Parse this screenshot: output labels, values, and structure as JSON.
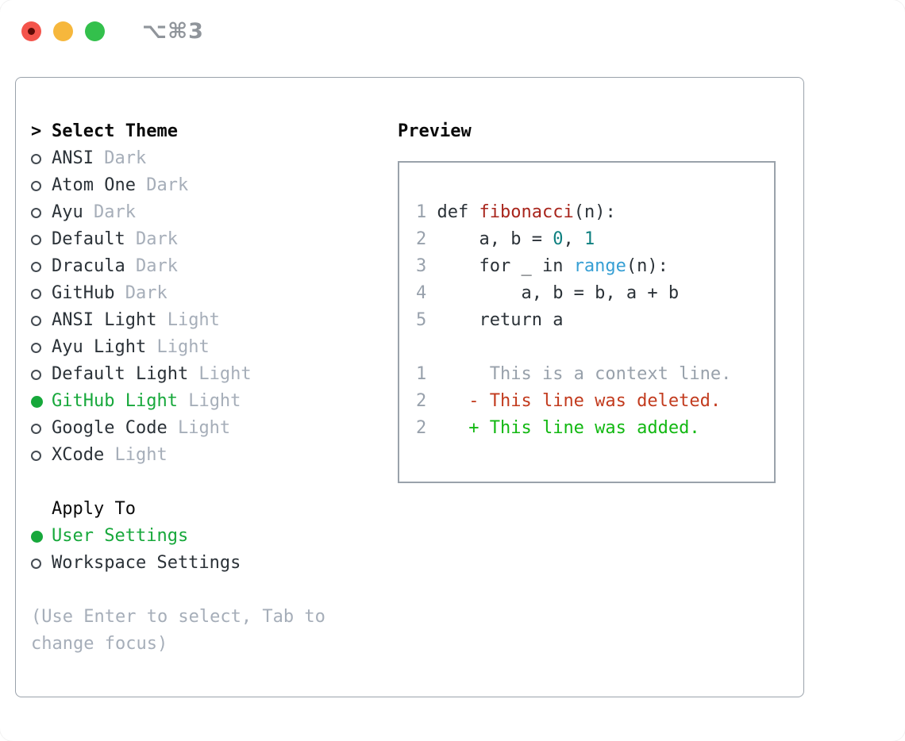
{
  "window": {
    "title": "⌥⌘3",
    "traffic_lights": [
      "close",
      "minimize",
      "zoom"
    ]
  },
  "colors": {
    "selection_green": "#17a83b",
    "muted_gray": "#a6aeb9",
    "text_dark": "#2b3238",
    "border_gray": "#9aa2ab",
    "function_red": "#a8251c",
    "number_teal": "#0f8080",
    "builtin_blue": "#369fd4",
    "diff_deleted_red": "#c23b1e",
    "diff_added_green": "#12b812",
    "traffic_red": "#f4544b",
    "traffic_yellow": "#f6b73c",
    "traffic_green": "#33c04c"
  },
  "theme_picker": {
    "header_marker": ">",
    "header": "Select Theme",
    "items": [
      {
        "name": "ANSI",
        "variant": "Dark",
        "selected": false
      },
      {
        "name": "Atom One",
        "variant": "Dark",
        "selected": false
      },
      {
        "name": "Ayu",
        "variant": "Dark",
        "selected": false
      },
      {
        "name": "Default",
        "variant": "Dark",
        "selected": false
      },
      {
        "name": "Dracula",
        "variant": "Dark",
        "selected": false
      },
      {
        "name": "GitHub",
        "variant": "Dark",
        "selected": false
      },
      {
        "name": "ANSI Light",
        "variant": "Light",
        "selected": false
      },
      {
        "name": "Ayu Light",
        "variant": "Light",
        "selected": false
      },
      {
        "name": "Default Light",
        "variant": "Light",
        "selected": false
      },
      {
        "name": "GitHub Light",
        "variant": "Light",
        "selected": true
      },
      {
        "name": "Google Code",
        "variant": "Light",
        "selected": false
      },
      {
        "name": "XCode",
        "variant": "Light",
        "selected": false
      }
    ],
    "apply_to": {
      "header": "Apply To",
      "options": [
        {
          "label": "User Settings",
          "selected": true
        },
        {
          "label": "Workspace Settings",
          "selected": false
        }
      ]
    },
    "hint": "(Use Enter to select, Tab to change focus)"
  },
  "preview": {
    "header": "Preview",
    "code_lines": [
      {
        "no": "1",
        "tokens": [
          {
            "t": "def ",
            "c": "plain"
          },
          {
            "t": "fibonacci",
            "c": "func"
          },
          {
            "t": "(n):",
            "c": "plain"
          }
        ]
      },
      {
        "no": "2",
        "tokens": [
          {
            "t": "    a, b = ",
            "c": "plain"
          },
          {
            "t": "0",
            "c": "num"
          },
          {
            "t": ", ",
            "c": "plain"
          },
          {
            "t": "1",
            "c": "num"
          }
        ]
      },
      {
        "no": "3",
        "tokens": [
          {
            "t": "    for _ in ",
            "c": "plain"
          },
          {
            "t": "range",
            "c": "builtin"
          },
          {
            "t": "(n):",
            "c": "plain"
          }
        ]
      },
      {
        "no": "4",
        "tokens": [
          {
            "t": "        a, b = b, a + b",
            "c": "plain"
          }
        ]
      },
      {
        "no": "5",
        "tokens": [
          {
            "t": "    return a",
            "c": "plain"
          }
        ]
      }
    ],
    "diff_lines": [
      {
        "no": "1",
        "marker": " ",
        "text": "This is a context line.",
        "kind": "ctx"
      },
      {
        "no": "2",
        "marker": "-",
        "text": "This line was deleted.",
        "kind": "del"
      },
      {
        "no": "2",
        "marker": "+",
        "text": "This line was added.",
        "kind": "add"
      }
    ]
  }
}
